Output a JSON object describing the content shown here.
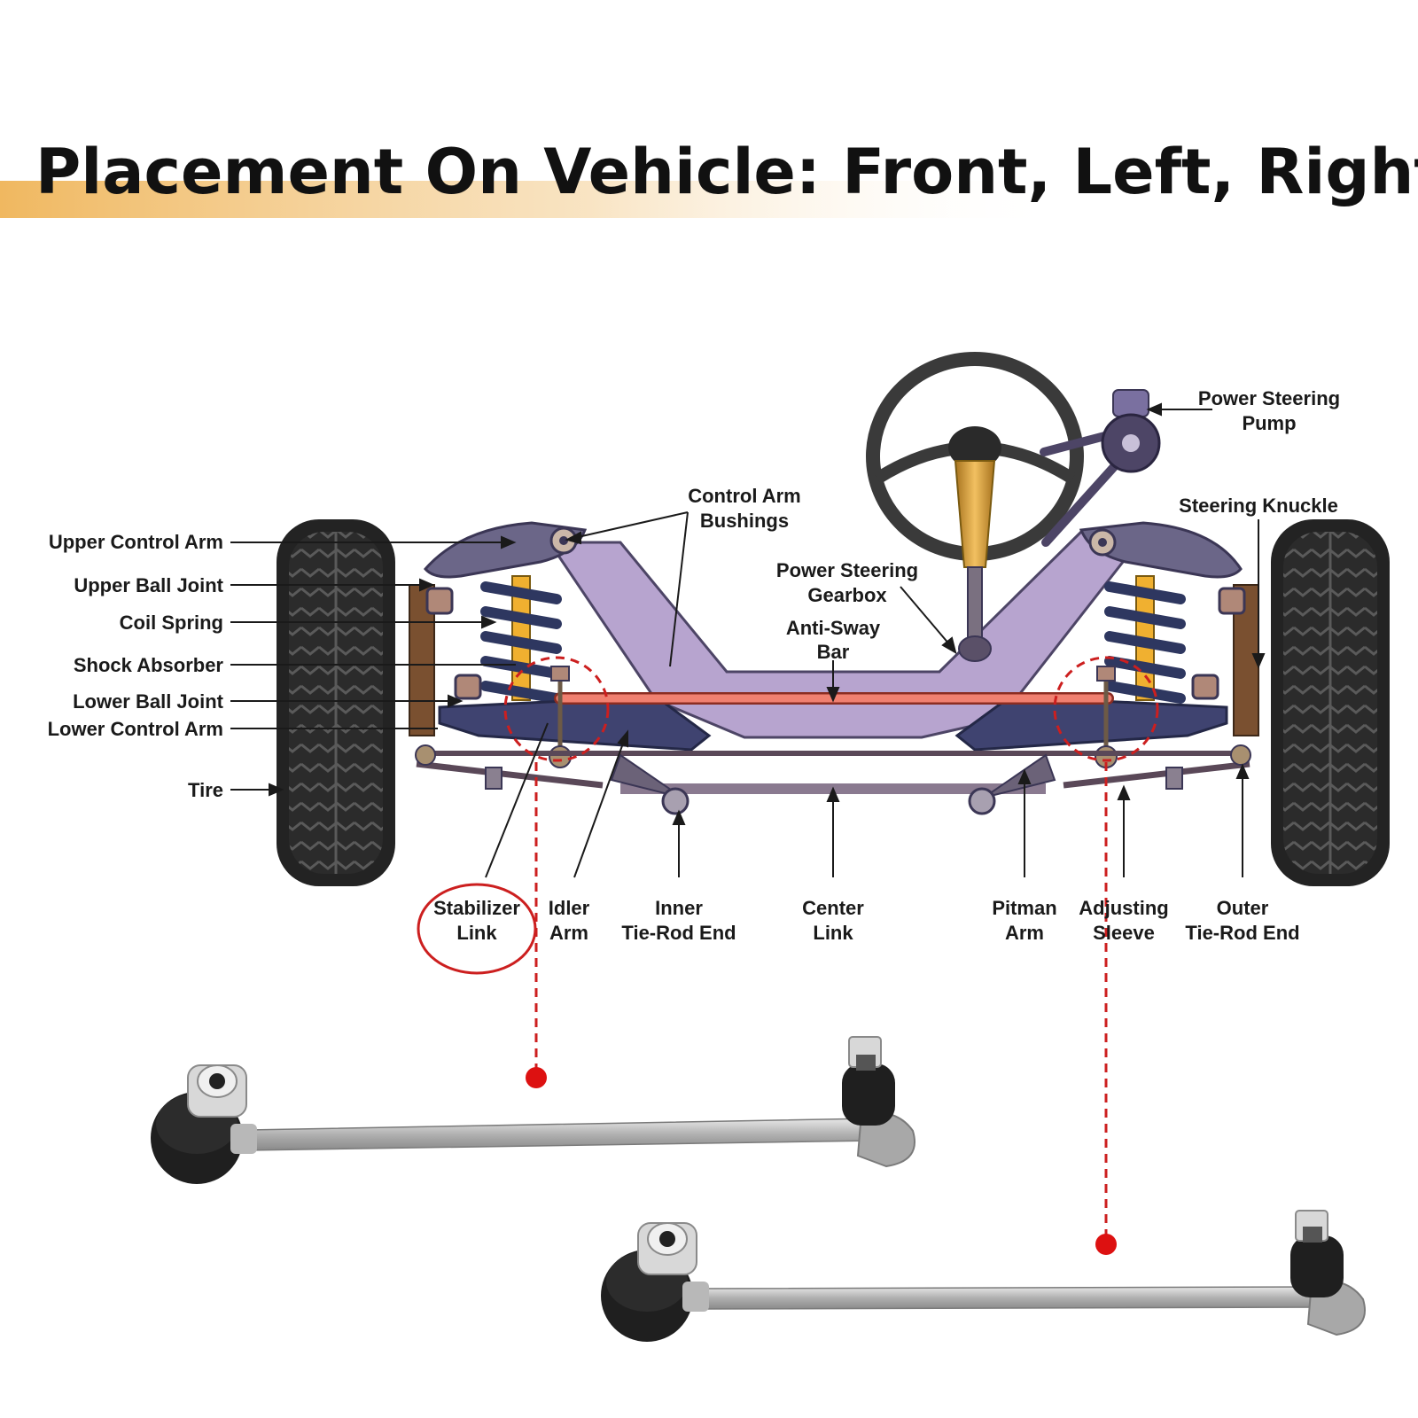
{
  "title": "Placement On Vehicle: Front, Left, Right",
  "colors": {
    "accent_bar": "#f0b860",
    "frame": "#b7a4cf",
    "frame_dark": "#4d4566",
    "anti_sway": "#f08070",
    "highlight": "#cc1f1f",
    "tire": "#2b2b2b",
    "column": "#e0a840"
  },
  "labels": {
    "upper_control_arm": "Upper Control Arm",
    "upper_ball_joint": "Upper Ball Joint",
    "coil_spring": "Coil Spring",
    "shock_absorber": "Shock Absorber",
    "lower_ball_joint": "Lower Ball Joint",
    "lower_control_arm": "Lower Control Arm",
    "tire": "Tire",
    "control_arm_bushings_1": "Control Arm",
    "control_arm_bushings_2": "Bushings",
    "power_steering_gearbox_1": "Power Steering",
    "power_steering_gearbox_2": "Gearbox",
    "anti_sway_bar_1": "Anti-Sway",
    "anti_sway_bar_2": "Bar",
    "power_steering_pump_1": "Power Steering",
    "power_steering_pump_2": "Pump",
    "steering_knuckle": "Steering Knuckle",
    "stabilizer_link_1": "Stabilizer",
    "stabilizer_link_2": "Link",
    "idler_arm_1": "Idler",
    "idler_arm_2": "Arm",
    "inner_tie_rod_1": "Inner",
    "inner_tie_rod_2": "Tie-Rod End",
    "center_link_1": "Center",
    "center_link_2": "Link",
    "pitman_arm_1": "Pitman",
    "pitman_arm_2": "Arm",
    "adjusting_sleeve_1": "Adjusting",
    "adjusting_sleeve_2": "Sleeve",
    "outer_tie_rod_1": "Outer",
    "outer_tie_rod_2": "Tie-Rod End"
  }
}
